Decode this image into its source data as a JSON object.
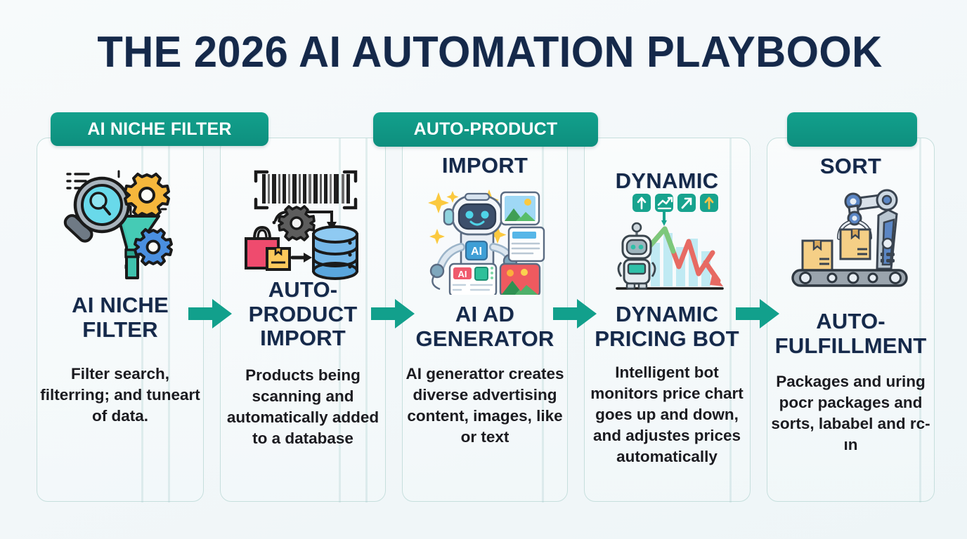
{
  "header": {
    "title": "THE 2026 AI AUTOMATION PLAYBOOK"
  },
  "theme": {
    "background": "#f4f8fa",
    "navy": "#15294a",
    "teal": "#0e8f7e",
    "card_border": "#c6dfdd",
    "body_text": "#1b1b20"
  },
  "badges": {
    "badge_1": "AI NICHE FILTER",
    "badge_2": "AUTO-PRODUCT",
    "badge_5": ""
  },
  "overlabels": {
    "label_3": "IMPORT",
    "label_4": "DYNAMIC",
    "label_5": "SORT"
  },
  "arrows": {
    "arrow_1": "arrow-right-icon",
    "arrow_2": "arrow-right-icon",
    "arrow_3": "arrow-right-icon",
    "arrow_4": "arrow-right-icon"
  },
  "steps": [
    {
      "index": 1,
      "icon": "magnifier-funnel-gears-icon",
      "heading": "AI NICHE FILTER",
      "body": "Filter search, filterring; and tuneart of data."
    },
    {
      "index": 2,
      "icon": "barcode-scan-database-icon",
      "heading": "AUTO-PRODUCT IMPORT",
      "body": "Products being scanning and automatically added to a database"
    },
    {
      "index": 3,
      "icon": "ai-robot-media-cards-icon",
      "heading": "AI AD GENERATOR",
      "body": "AI generattor creates diverse advertising content, images, like or text"
    },
    {
      "index": 4,
      "icon": "robot-price-chart-icon",
      "heading": "DYNAMIC PRICING BOT",
      "body": "Intelligent bot monitors price chart goes up and down, and adjustes prices automatically"
    },
    {
      "index": 5,
      "icon": "robot-arm-conveyor-boxes-icon",
      "heading": "AUTO-FULFILLMENT",
      "body": "Packages and uring pocr packages and sorts, lababel and rc-ın"
    }
  ]
}
